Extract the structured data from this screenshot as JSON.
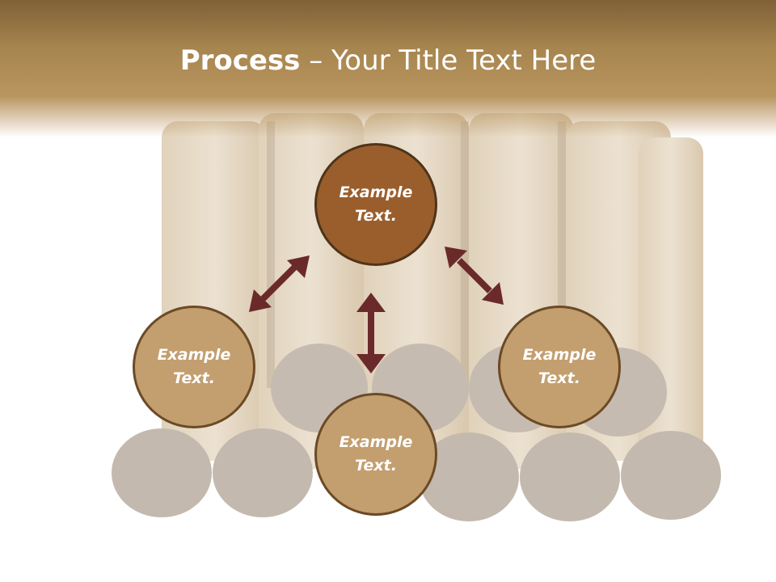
{
  "slide": {
    "title_bold": "Process",
    "title_rest": " – Your Title Text Here"
  },
  "nodes": {
    "top": "Example\nText.",
    "left": "Example\nText.",
    "right": "Example\nText.",
    "bottom": "Example\nText."
  },
  "colors": {
    "header": "#a7854f",
    "circle_light": "#c39e6f",
    "circle_dark": "#9a5e2c",
    "arrow": "#6b2a2a"
  }
}
